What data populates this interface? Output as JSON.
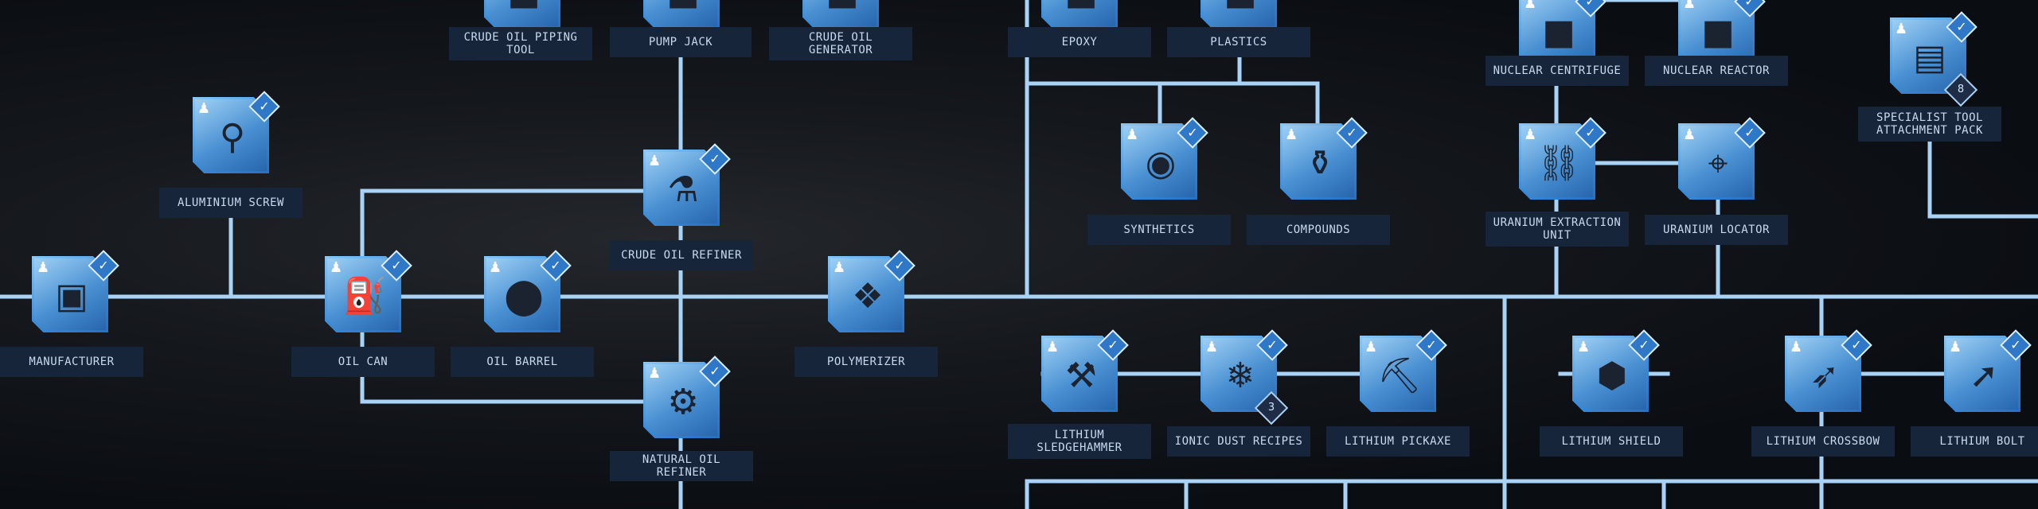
{
  "nodes": {
    "crude_oil_piping_tool": {
      "label": "CRUDE OIL PIPING TOOL"
    },
    "pump_jack": {
      "label": "PUMP JACK"
    },
    "crude_oil_generator": {
      "label": "CRUDE OIL GENERATOR"
    },
    "epoxy": {
      "label": "EPOXY"
    },
    "plastics": {
      "label": "PLASTICS"
    },
    "nuclear_centrifuge": {
      "label": "NUCLEAR CENTRIFUGE"
    },
    "nuclear_reactor": {
      "label": "NUCLEAR REACTOR"
    },
    "specialist_tool_attachment_pack": {
      "label": "SPECIALIST TOOL ATTACHMENT PACK",
      "badge": "8"
    },
    "aluminium_screw": {
      "label": "ALUMINIUM SCREW"
    },
    "manufacturer": {
      "label": "MANUFACTURER"
    },
    "oil_can": {
      "label": "OIL CAN"
    },
    "oil_barrel": {
      "label": "OIL BARREL"
    },
    "crude_oil_refiner": {
      "label": "CRUDE OIL REFINER"
    },
    "natural_oil_refiner": {
      "label": "NATURAL OIL REFINER"
    },
    "polymerizer": {
      "label": "POLYMERIZER"
    },
    "synthetics": {
      "label": "SYNTHETICS"
    },
    "compounds": {
      "label": "COMPOUNDS"
    },
    "uranium_extraction_unit": {
      "label": "URANIUM EXTRACTION UNIT"
    },
    "uranium_locator": {
      "label": "URANIUM LOCATOR"
    },
    "lithium_sledgehammer": {
      "label": "LITHIUM SLEDGEHAMMER"
    },
    "ionic_dust_recipes": {
      "label": "IONIC DUST RECIPES",
      "badge": "3"
    },
    "lithium_pickaxe": {
      "label": "LITHIUM PICKAXE"
    },
    "lithium_shield": {
      "label": "LITHIUM SHIELD"
    },
    "lithium_crossbow": {
      "label": "LITHIUM CROSSBOW"
    },
    "lithium_bolt": {
      "label": "LITHIUM BOLT"
    }
  },
  "colors": {
    "line": "#a9d2f7",
    "tile": "#3c8edb",
    "label_bg": "#17253b",
    "label_text": "#c9daee"
  },
  "icons": {
    "unlocked": "person-icon",
    "completed": "check-icon"
  }
}
